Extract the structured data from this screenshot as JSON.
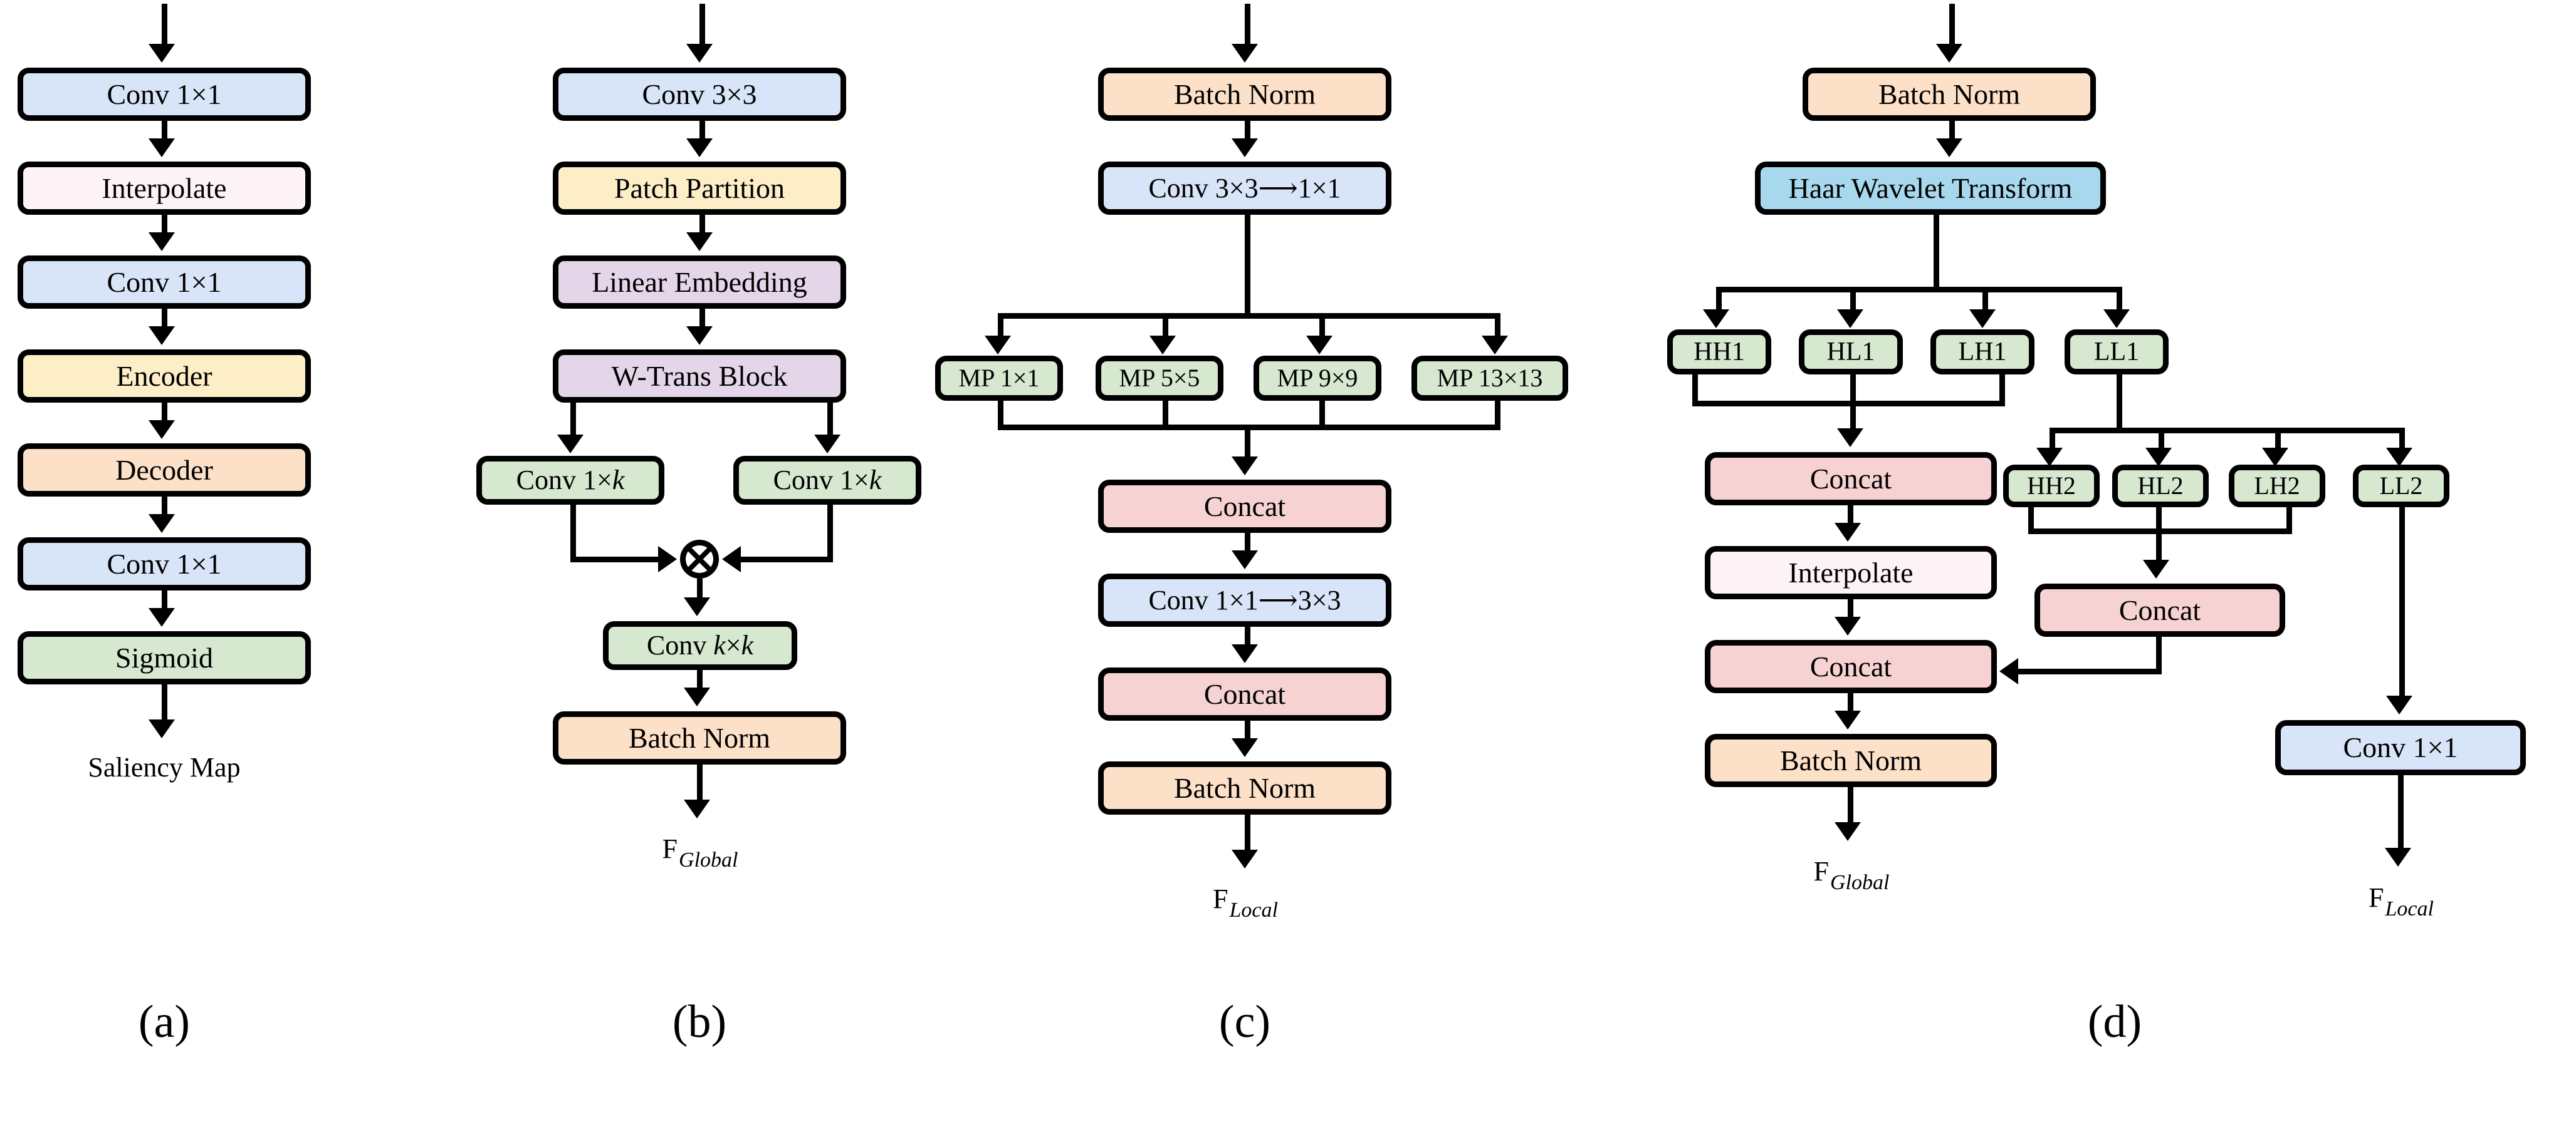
{
  "figure": {
    "panels": [
      {
        "letter": "(a)",
        "nodes": [
          {
            "label": "Conv 1×1",
            "color": "#d8e5f8"
          },
          {
            "label": "Interpolate",
            "color": "#fdf3f6"
          },
          {
            "label": "Conv 1×1",
            "color": "#d8e5f8"
          },
          {
            "label": "Encoder",
            "color": "#fdeec8"
          },
          {
            "label": "Decoder",
            "color": "#fde0c8"
          },
          {
            "label": "Conv 1×1",
            "color": "#d8e5f8"
          },
          {
            "label": "Sigmoid",
            "color": "#d6e8d0"
          }
        ],
        "outputs": [
          {
            "main": "Saliency Map",
            "sub": ""
          }
        ]
      },
      {
        "letter": "(b)",
        "nodes": [
          {
            "label": "Conv 3×3",
            "color": "#d8e5f8"
          },
          {
            "label": "Patch Partition",
            "color": "#fdeec8"
          },
          {
            "label": "Linear Embedding",
            "color": "#e5d5e8"
          },
          {
            "label": "W-Trans Block",
            "color": "#e5d5e8"
          },
          {
            "label": "Conv 1×k",
            "color": "#d6e8d0"
          },
          {
            "label": "Conv 1×k",
            "color": "#d6e8d0"
          },
          {
            "label": "Conv k×k",
            "color": "#d6e8d0"
          },
          {
            "label": "Batch Norm",
            "color": "#fde0c8"
          }
        ],
        "operator": "multiply",
        "outputs": [
          {
            "main": "F",
            "sub": "Global"
          }
        ]
      },
      {
        "letter": "(c)",
        "nodes": [
          {
            "label": "Batch Norm",
            "color": "#fde0c8"
          },
          {
            "label": "Conv 3×3 ⟶1×1",
            "color": "#d8e5f8"
          },
          {
            "label": "MP 1×1",
            "color": "#d6e8d0"
          },
          {
            "label": "MP 5×5",
            "color": "#d6e8d0"
          },
          {
            "label": "MP 9×9",
            "color": "#d6e8d0"
          },
          {
            "label": "MP 13×13",
            "color": "#d6e8d0"
          },
          {
            "label": "Concat",
            "color": "#f6d2d2"
          },
          {
            "label": "Conv 1×1 ⟶3×3",
            "color": "#d8e5f8"
          },
          {
            "label": "Concat",
            "color": "#f6d2d2"
          },
          {
            "label": "Batch Norm",
            "color": "#fde0c8"
          }
        ],
        "outputs": [
          {
            "main": "F",
            "sub": "Local"
          }
        ]
      },
      {
        "letter": "(d)",
        "nodes": [
          {
            "label": "Batch Norm",
            "color": "#fde0c8"
          },
          {
            "label": "Haar Wavelet Transform",
            "color": "#a8d8ed"
          },
          {
            "label": "HH1",
            "color": "#d6e8d0"
          },
          {
            "label": "HL1",
            "color": "#d6e8d0"
          },
          {
            "label": "LH1",
            "color": "#d6e8d0"
          },
          {
            "label": "LL1",
            "color": "#d6e8d0"
          },
          {
            "label": "HH2",
            "color": "#d6e8d0"
          },
          {
            "label": "HL2",
            "color": "#d6e8d0"
          },
          {
            "label": "LH2",
            "color": "#d6e8d0"
          },
          {
            "label": "LL2",
            "color": "#d6e8d0"
          },
          {
            "label": "Concat",
            "color": "#f6d2d2"
          },
          {
            "label": "Interpolate",
            "color": "#fdf3f6"
          },
          {
            "label": "Concat",
            "color": "#f6d2d2"
          },
          {
            "label": "Concat",
            "color": "#f6d2d2"
          },
          {
            "label": "Conv 1×1",
            "color": "#d8e5f8"
          },
          {
            "label": "Batch Norm",
            "color": "#fde0c8"
          }
        ],
        "outputs": [
          {
            "main": "F",
            "sub": "Global"
          },
          {
            "main": "F",
            "sub": "Local"
          }
        ]
      }
    ]
  },
  "a": {
    "n0": "Conv 1×1",
    "n1": "Interpolate",
    "n2": "Conv 1×1",
    "n3": "Encoder",
    "n4": "Decoder",
    "n5": "Conv 1×1",
    "n6": "Sigmoid",
    "out": "Saliency Map",
    "letter": "(a)"
  },
  "b": {
    "n0": "Conv 3×3",
    "n1": "Patch Partition",
    "n2": "Linear Embedding",
    "n3": "W-Trans Block",
    "n4": "Conv 1×k",
    "n5": "Conv 1×k",
    "n6": "Conv k×k",
    "n7": "Batch Norm",
    "out_main": "F",
    "out_sub": "Global",
    "letter": "(b)"
  },
  "c": {
    "n0": "Batch Norm",
    "n1_pre": "Conv 3×3",
    "n1_arrow": "⟶",
    "n1_post": "1×1",
    "mp0": "MP 1×1",
    "mp1": "MP 5×5",
    "mp2": "MP 9×9",
    "mp3": "MP 13×13",
    "n2": "Concat",
    "n3_pre": "Conv 1×1",
    "n3_arrow": "⟶",
    "n3_post": "3×3",
    "n4": "Concat",
    "n5": "Batch Norm",
    "out_main": "F",
    "out_sub": "Local",
    "letter": "(c)"
  },
  "d": {
    "n0": "Batch Norm",
    "n1": "Haar Wavelet Transform",
    "hh1": "HH1",
    "hl1": "HL1",
    "lh1": "LH1",
    "ll1": "LL1",
    "hh2": "HH2",
    "hl2": "HL2",
    "lh2": "LH2",
    "ll2": "LL2",
    "concat1": "Concat",
    "interp": "Interpolate",
    "concat2": "Concat",
    "concat3": "Concat",
    "conv11": "Conv 1×1",
    "bn": "Batch Norm",
    "out_global_main": "F",
    "out_global_sub": "Global",
    "out_local_main": "F",
    "out_local_sub": "Local",
    "letter": "(d)"
  }
}
